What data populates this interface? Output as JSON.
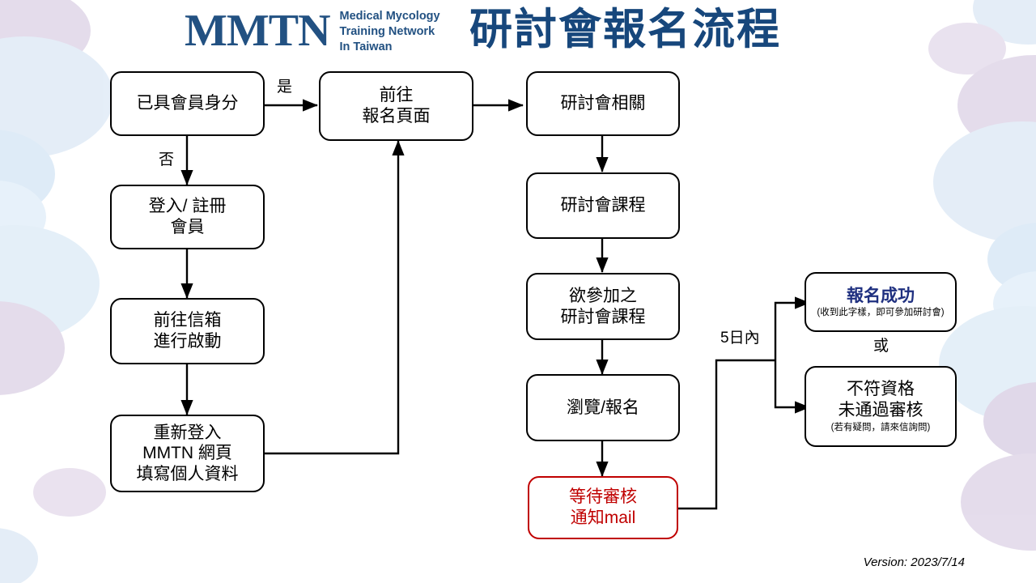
{
  "header": {
    "logo_mark": "MMTN",
    "logo_subtitle": "Medical Mycology\nTraining Network\nIn Taiwan",
    "title": "研討會報名流程",
    "brand_color": "#225182",
    "title_color": "#17477c"
  },
  "nodes": {
    "member_check": "已具會員身分",
    "login_register": "登入/ 註冊\n會員",
    "mailbox_activate": "前往信箱\n進行啟動",
    "relogin_profile": "重新登入\nMMTN 網頁\n填寫個人資料",
    "goto_signup_page": "前往\n報名頁面",
    "seminar_related": "研討會相關",
    "seminar_courses": "研討會課程",
    "desired_courses": "欲參加之\n研討會課程",
    "browse_signup": "瀏覽/報名",
    "await_review": "等待審核\n通知mail",
    "success_title": "報名成功",
    "success_sub": "(收到此字樣，即可參加研討會)",
    "reject_title": "不符資格\n未通過審核",
    "reject_sub": "(若有疑問，請來信詢問)"
  },
  "edge_labels": {
    "yes": "是",
    "no": "否",
    "within_5_days": "5日內",
    "or": "或"
  },
  "colors": {
    "red": "#c00000",
    "blue": "#1f3080",
    "line": "#000000"
  },
  "footer": {
    "version": "Version: 2023/7/14"
  }
}
